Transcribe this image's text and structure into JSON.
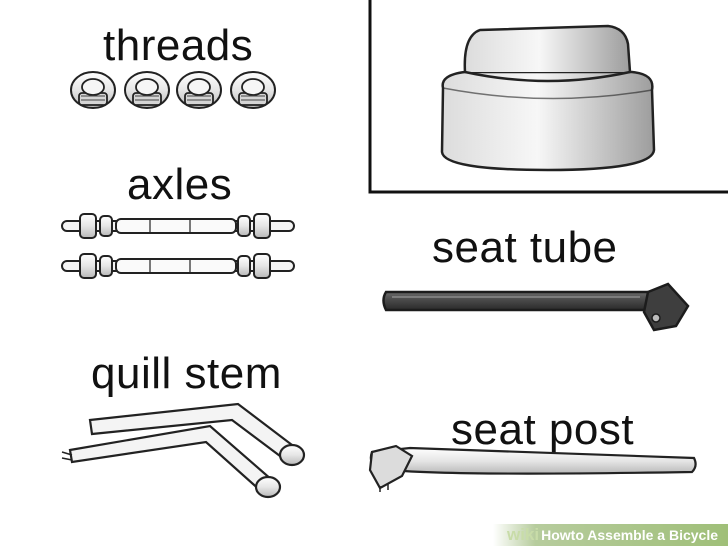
{
  "labels": {
    "threads": "threads",
    "axles": "axles",
    "quill_stem": "quill stem",
    "seat_tube": "seat tube",
    "seat_post": "seat post"
  },
  "watermark": {
    "brand": "wiki",
    "how": "How",
    "rest": " to Assemble a Bicycle"
  },
  "colors": {
    "outline": "#222222",
    "metal_light": "#f2f2f2",
    "metal_mid": "#c9c9c9",
    "seat_tube": "#4a4a4a",
    "watermark_bg": "#9fbf78"
  },
  "icons": [
    "thread-nut-icon",
    "axle-icon",
    "seat-cap-icon",
    "seat-tube-icon",
    "quill-stem-icon",
    "seat-post-icon"
  ]
}
